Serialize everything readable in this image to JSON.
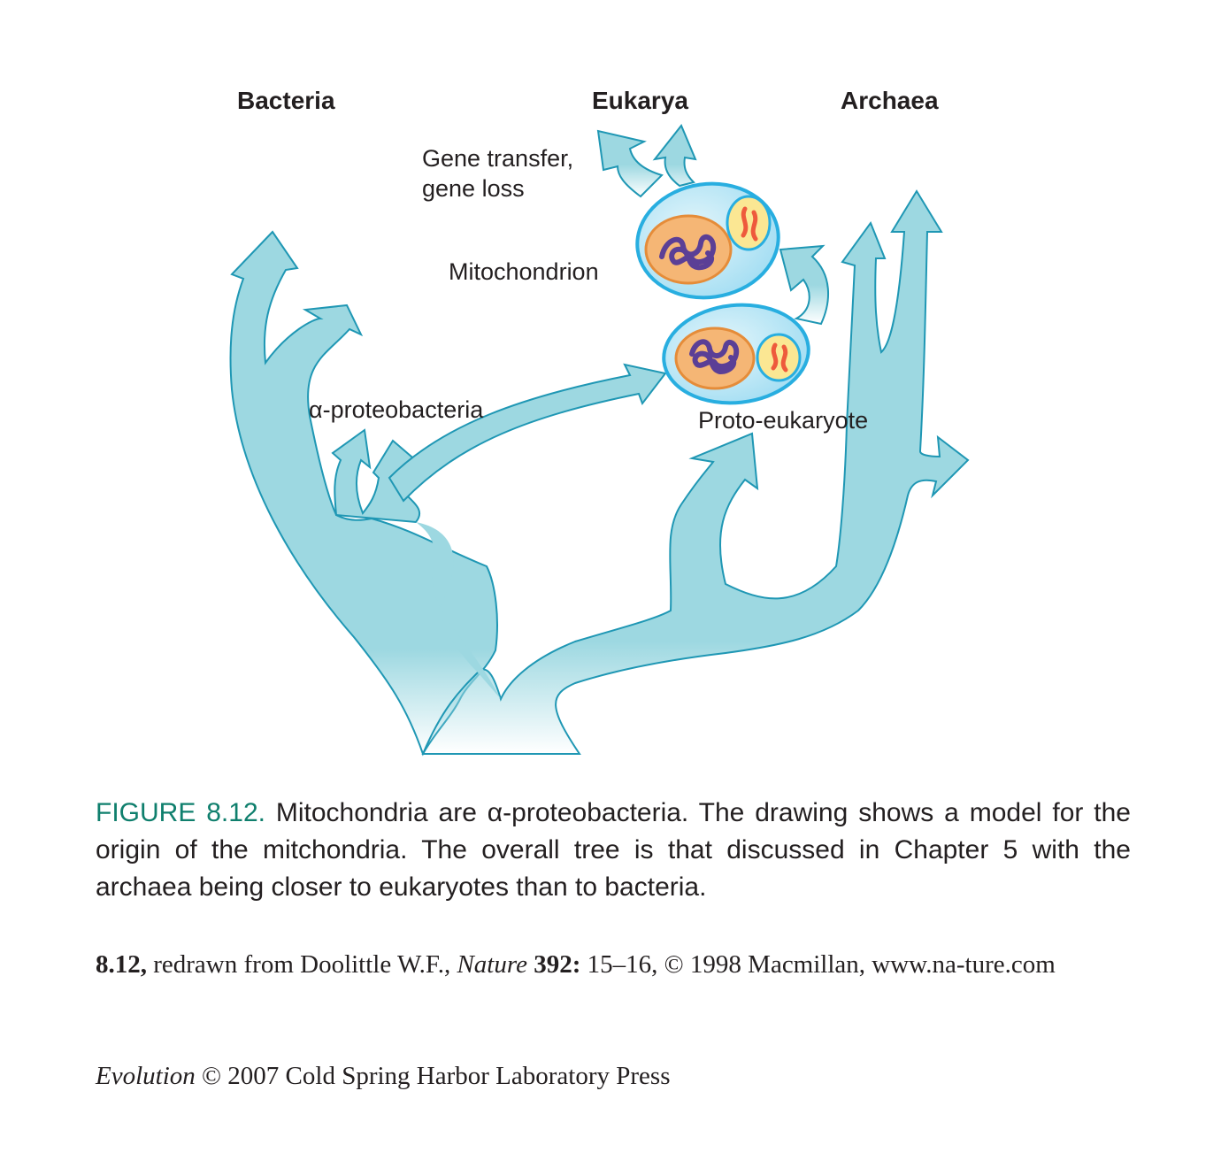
{
  "labels": {
    "bacteria": "Bacteria",
    "eukarya": "Eukarya",
    "archaea": "Archaea",
    "gene_transfer_line1": "Gene transfer,",
    "gene_transfer_line2": "gene loss",
    "mitochondrion": "Mitochondrion",
    "alpha_proteobacteria": "α-proteobacteria",
    "proto_eukaryote": "Proto-eukaryote"
  },
  "caption": {
    "figure_label": "FIGURE 8.12.",
    "text": " Mitochondria are α-proteobacteria. The drawing shows a model for the origin of the mitchondria. The overall tree is that discussed in Chapter 5 with the archaea being closer to eukaryotes than to bacteria."
  },
  "credit": {
    "fig_ref": "8.12,",
    "text_before": " redrawn from Doolittle W.F., ",
    "journal": "Nature",
    "volume": " 392:",
    "text_after": " 15–16, © 1998 Macmillan, www.na-ture.com"
  },
  "copyright": {
    "book": "Evolution",
    "text": " © 2007 Cold Spring Harbor Laboratory Press"
  },
  "colors": {
    "branch_fill": "#9dd8e1",
    "branch_stroke": "#1f97b4",
    "cell_fill": "#c5eaf6",
    "cell_stroke": "#28aee0",
    "nucleus_fill": "#f5b675",
    "nucleus_stroke": "#e58c39",
    "chromosome": "#5b3f96",
    "mito_fill": "#fbe793",
    "mito_inner": "#ee5a3c",
    "caption_label": "#0f7f6d"
  }
}
